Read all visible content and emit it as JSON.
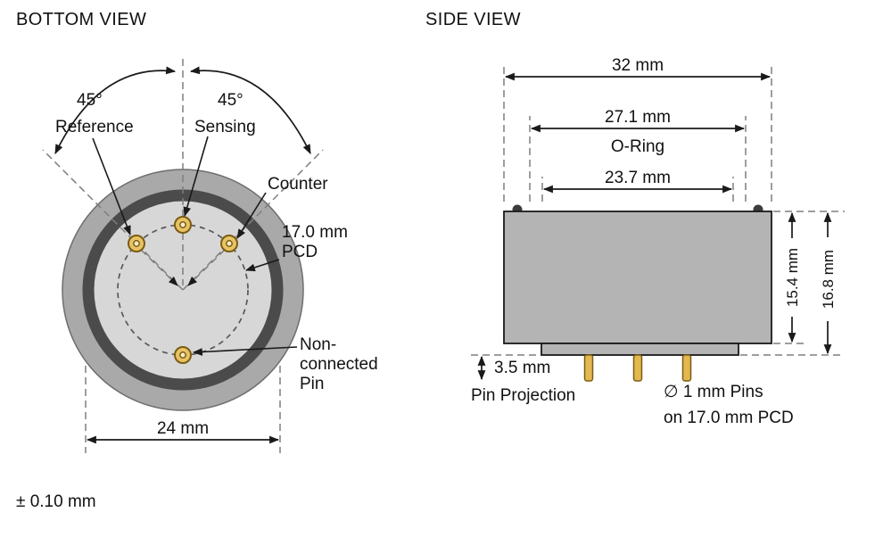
{
  "colors": {
    "shell_gray": "#a9a9a9",
    "dark_ring": "#4b4b4b",
    "face_gray": "#d7d7d7",
    "pin_gold": "#e8c364",
    "pin_outline": "#7b5c14",
    "body_gray": "#b4b4b4",
    "line_black": "#1a1a1a",
    "dash_gray": "#7e7e7e"
  },
  "bottom_view": {
    "title": "BOTTOM VIEW",
    "angle_left": "45°",
    "angle_right": "45°",
    "pin_labels": {
      "reference": "Reference",
      "sensing": "Sensing",
      "counter": "Counter"
    },
    "pcd_label": {
      "line1": "17.0 mm",
      "line2": "PCD"
    },
    "nc_label": {
      "line1": "Non-",
      "line2": "connected",
      "line3": "Pin"
    },
    "diameter_dim": "24 mm",
    "tolerance": "± 0.10 mm"
  },
  "side_view": {
    "title": "SIDE VIEW",
    "width_dim": "32 mm",
    "oring_outer_dim": "27.1 mm",
    "oring_label": "O-Ring",
    "oring_inner_dim": "23.7 mm",
    "body_height_dim": "15.4 mm",
    "total_height_dim": "16.8 mm",
    "pin_projection_dim": "3.5 mm",
    "pin_projection_label": "Pin Projection",
    "pins_note_line1": "∅ 1 mm Pins",
    "pins_note_line2": "on 17.0 mm PCD"
  }
}
